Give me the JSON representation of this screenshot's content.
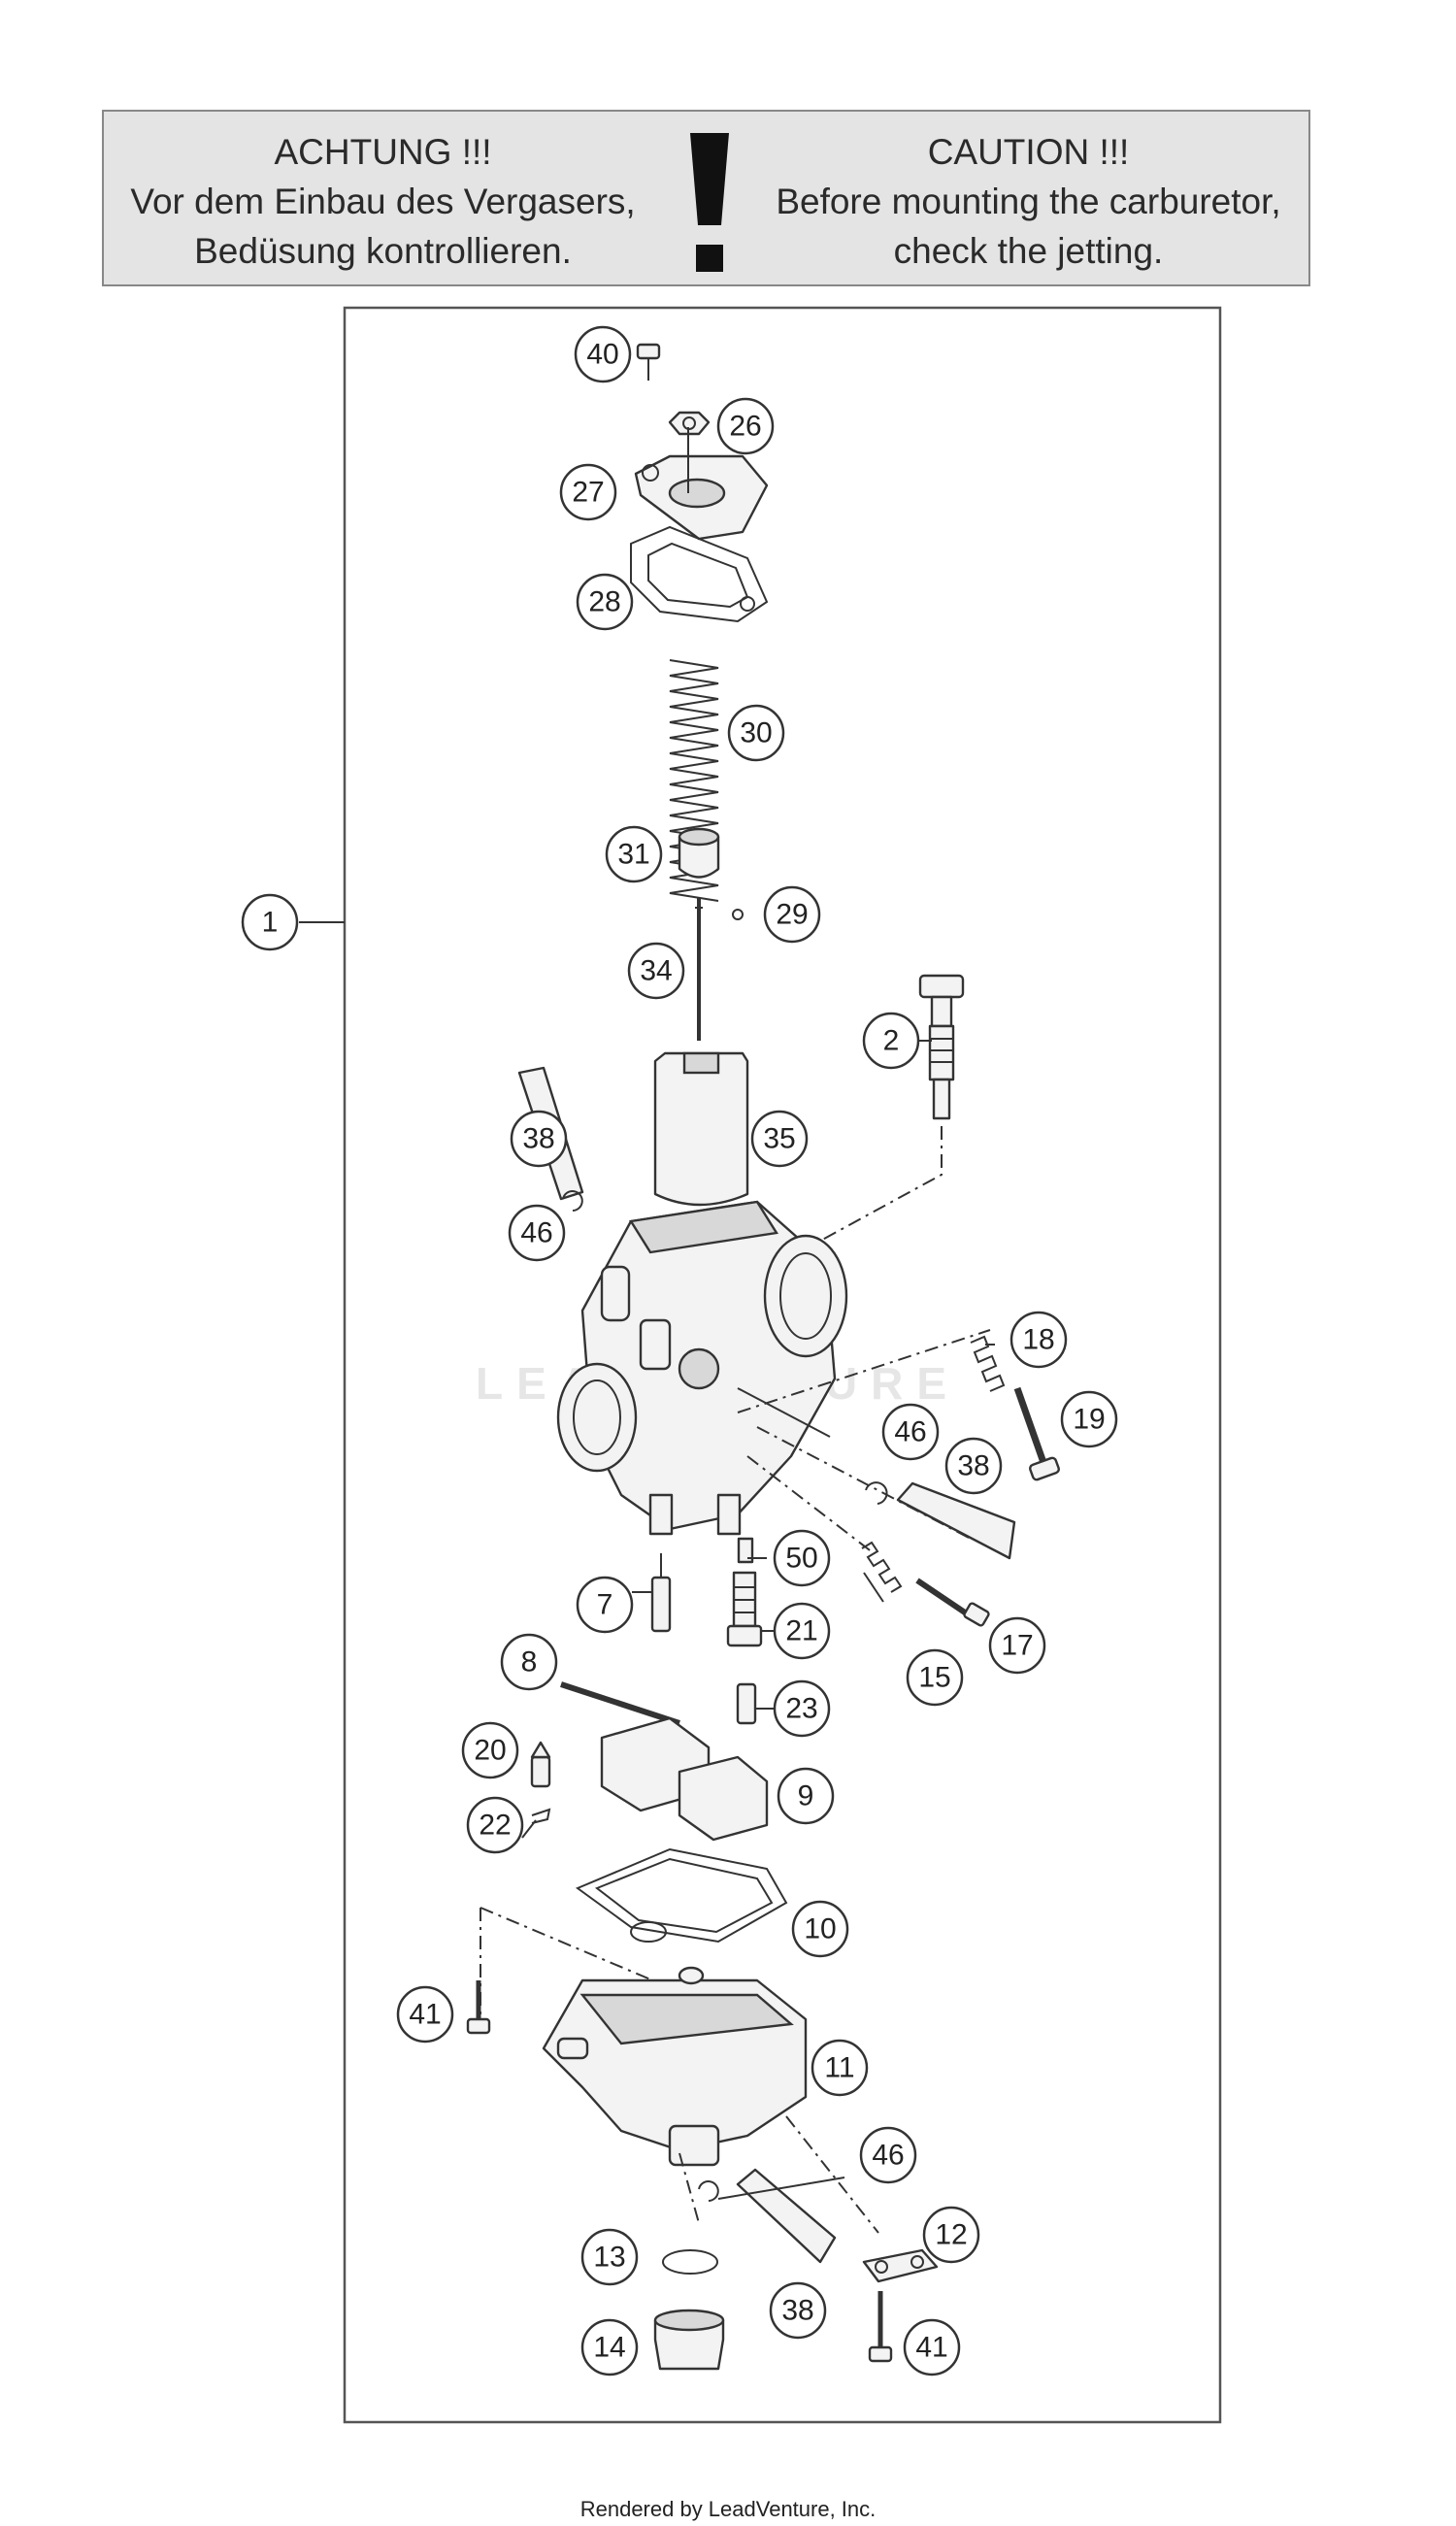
{
  "warning": {
    "de_title": "ACHTUNG !!!",
    "de_line1": "Vor dem Einbau des Vergasers,",
    "de_line2": "Bedüsung kontrollieren.",
    "en_title": "CAUTION !!!",
    "en_line1": "Before mounting the carburetor,",
    "en_line2": "check the jetting."
  },
  "watermark": "LEADVENTURE",
  "callouts": {
    "c1": "1",
    "c2": "2",
    "c7": "7",
    "c8": "8",
    "c9": "9",
    "c10": "10",
    "c11": "11",
    "c12": "12",
    "c13": "13",
    "c14": "14",
    "c15": "15",
    "c17": "17",
    "c18": "18",
    "c19": "19",
    "c20": "20",
    "c21": "21",
    "c22": "22",
    "c23": "23",
    "c26": "26",
    "c27": "27",
    "c28": "28",
    "c29": "29",
    "c30": "30",
    "c31": "31",
    "c34": "34",
    "c35": "35",
    "c38a": "38",
    "c38b": "38",
    "c38c": "38",
    "c40": "40",
    "c41a": "41",
    "c41b": "41",
    "c46a": "46",
    "c46b": "46",
    "c46c": "46",
    "c50": "50"
  },
  "credit": "Rendered by LeadVenture, Inc."
}
